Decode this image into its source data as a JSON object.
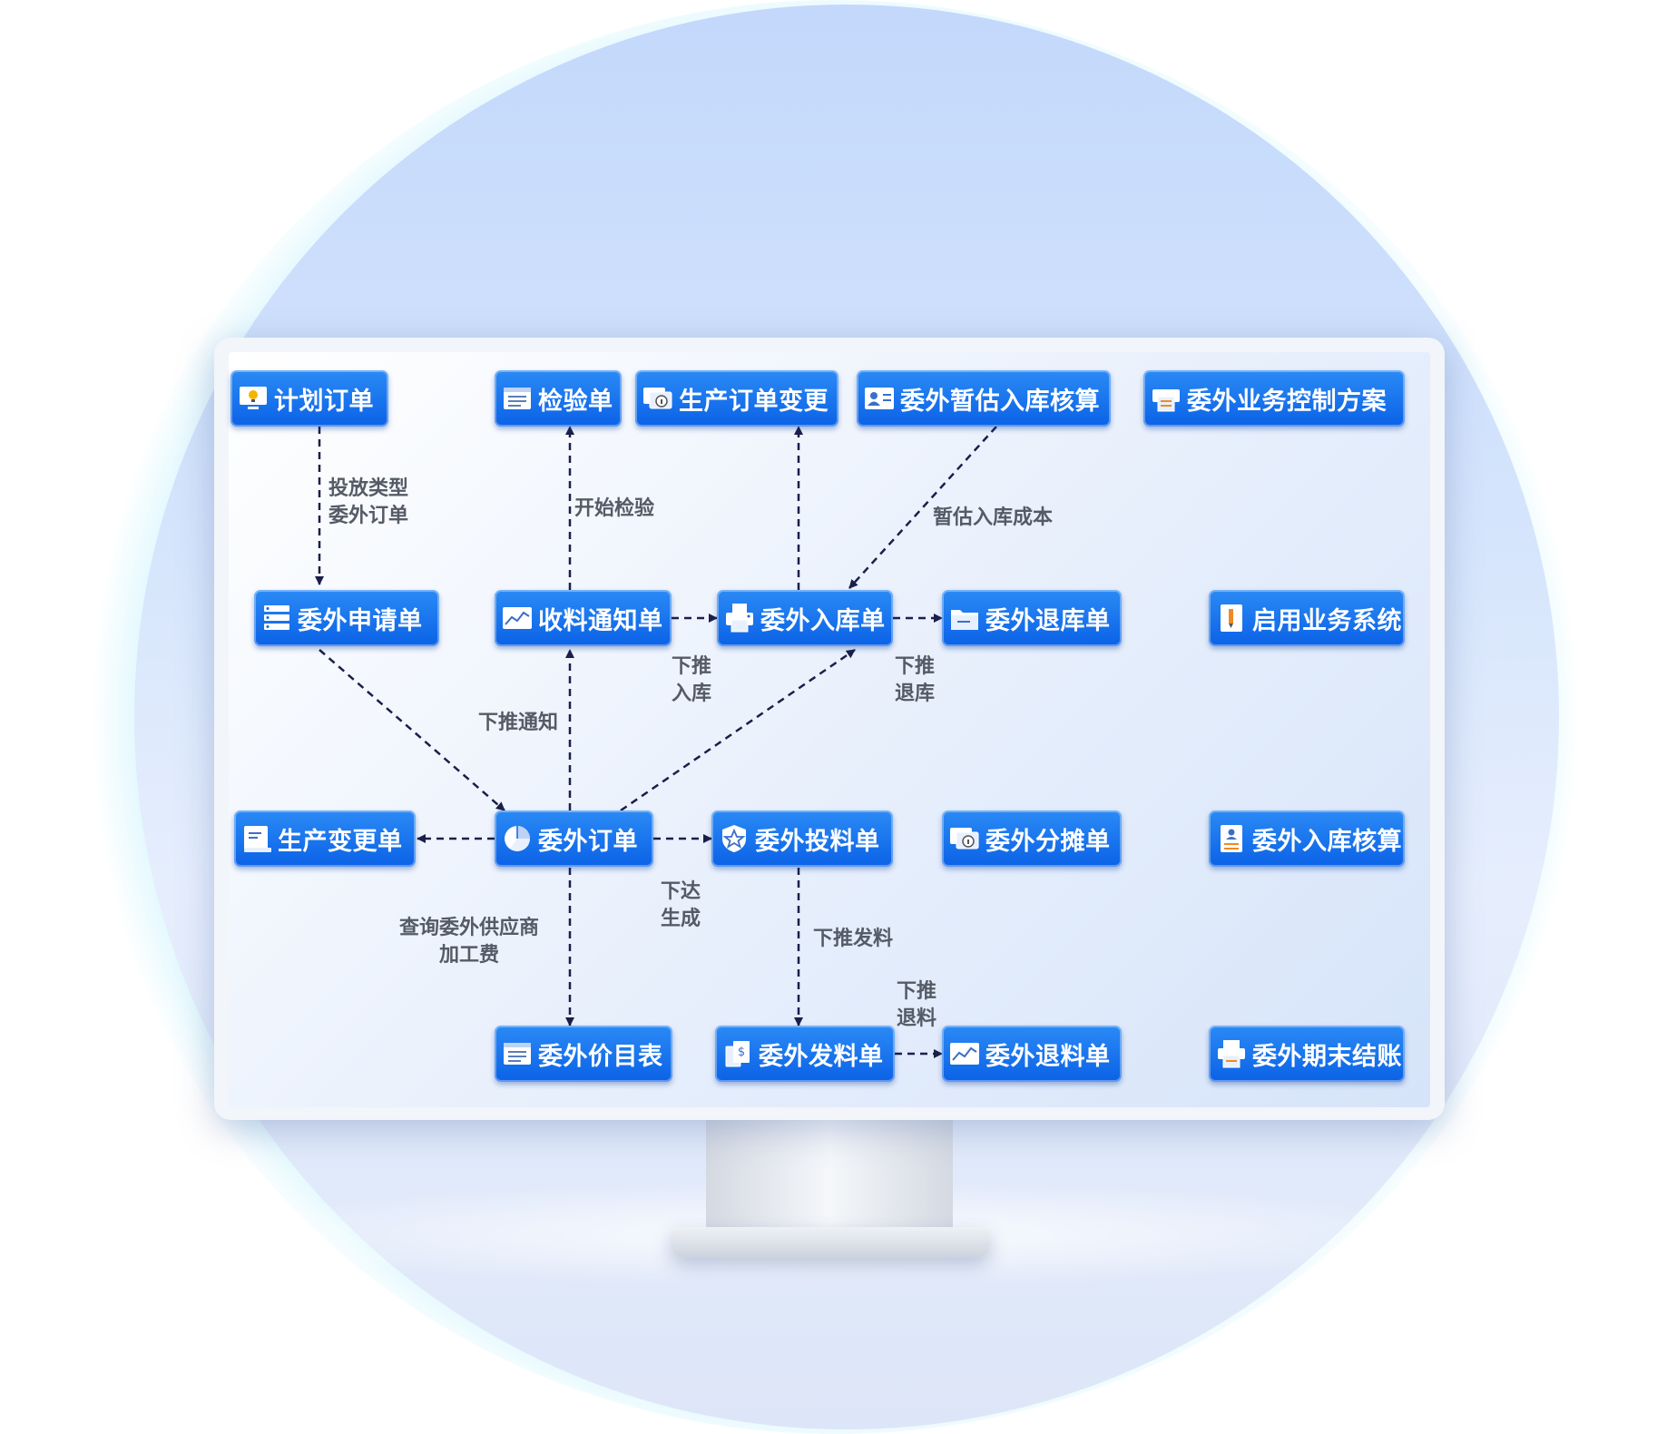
{
  "colors": {
    "node": "#0b62e6",
    "edge": "#1b1f4a",
    "label": "#555b66"
  },
  "nodes": {
    "plan_order": {
      "label": "计划订单",
      "icon": "monitor-bulb-icon"
    },
    "inspection": {
      "label": "检验单",
      "icon": "list-window-icon"
    },
    "production_order_change": {
      "label": "生产订单变更",
      "icon": "info-cards-icon"
    },
    "outsource_estimate_accounting": {
      "label": "委外暂估入库核算",
      "icon": "contact-card-icon"
    },
    "outsource_control_plan": {
      "label": "委外业务控制方案",
      "icon": "printer-doc-icon"
    },
    "outsource_request": {
      "label": "委外申请单",
      "icon": "server-list-icon"
    },
    "receipt_notice": {
      "label": "收料通知单",
      "icon": "chart-window-icon"
    },
    "outsource_stock_in": {
      "label": "委外入库单",
      "icon": "printer-icon"
    },
    "outsource_return_stock": {
      "label": "委外退库单",
      "icon": "folder-icon"
    },
    "enable_system": {
      "label": "启用业务系统",
      "icon": "pen-doc-icon"
    },
    "production_change": {
      "label": "生产变更单",
      "icon": "book-icon"
    },
    "outsource_order": {
      "label": "委外订单",
      "icon": "pie-chart-icon"
    },
    "outsource_feed": {
      "label": "委外投料单",
      "icon": "star-shield-icon"
    },
    "outsource_allocation": {
      "label": "委外分摊单",
      "icon": "info-cards-icon"
    },
    "outsource_stock_accounting": {
      "label": "委外入库核算",
      "icon": "person-doc-icon"
    },
    "outsource_price_list": {
      "label": "委外价目表",
      "icon": "list-window-icon"
    },
    "outsource_issue": {
      "label": "委外发料单",
      "icon": "dollar-docs-icon"
    },
    "outsource_return_material": {
      "label": "委外退料单",
      "icon": "chart-window-icon"
    },
    "outsource_period_close": {
      "label": "委外期末结账",
      "icon": "printer-doc-icon"
    }
  },
  "edge_labels": {
    "release_type": [
      "投放类型",
      "委外订单"
    ],
    "start_inspection": [
      "开始检验"
    ],
    "estimate_cost": [
      "暂估入库成本"
    ],
    "push_stock_in": [
      "下推",
      "入库"
    ],
    "push_return_stock": [
      "下推",
      "退库"
    ],
    "push_notice": [
      "下推通知"
    ],
    "issue_generate": [
      "下达",
      "生成"
    ],
    "query_price": [
      "查询委外供应商",
      "加工费"
    ],
    "push_issue": [
      "下推发料"
    ],
    "push_return_material": [
      "下推",
      "退料"
    ]
  }
}
